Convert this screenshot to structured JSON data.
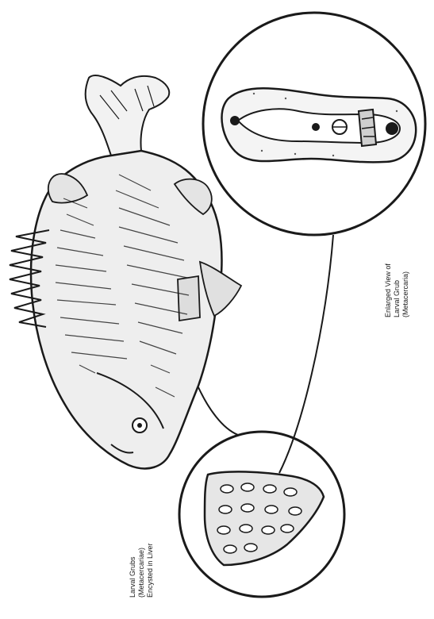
{
  "labels": {
    "enlarged_view": {
      "line1": "Enlarged View of",
      "line2": "Larval Grub",
      "line3": "(Metacercaria)"
    },
    "larval_grubs": {
      "line1": "Larval Grubs",
      "line2": "(Metacercariae)",
      "line3": "Encysted in Liver"
    }
  },
  "colors": {
    "ink": "#1a1a1a",
    "paper": "#ffffff"
  }
}
